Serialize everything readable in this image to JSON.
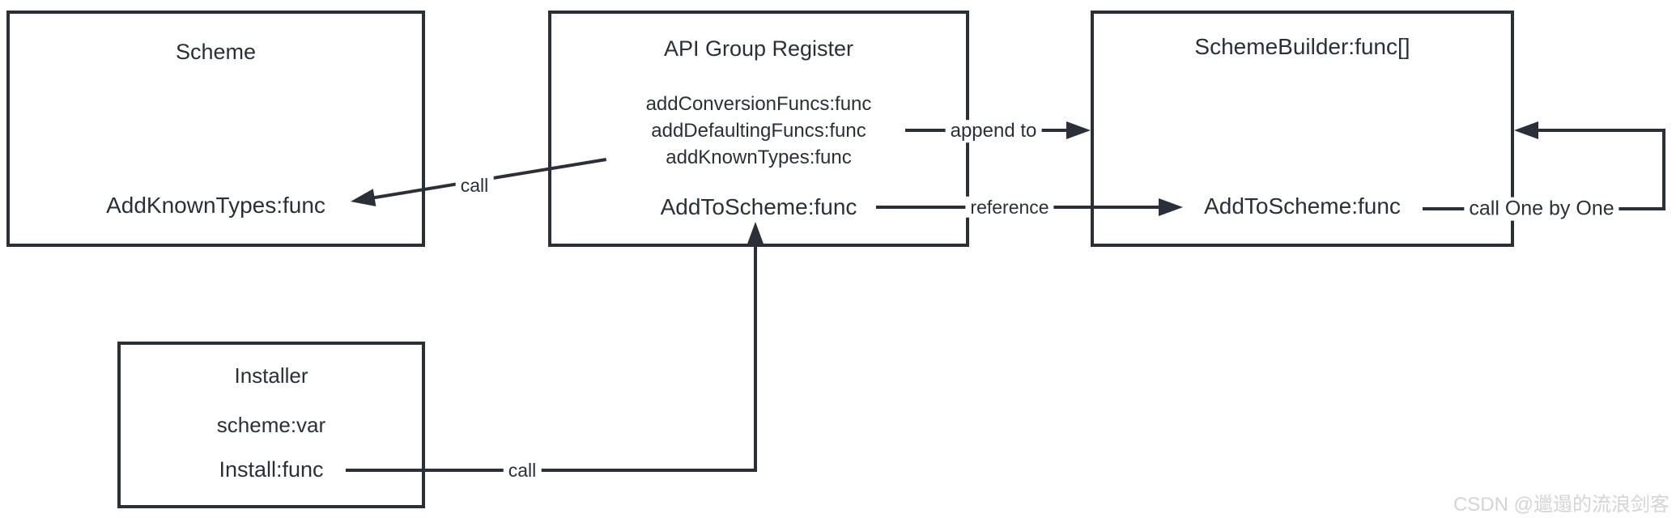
{
  "colors": {
    "ink": "#2b3038",
    "watermark": "#d4d4d6",
    "background": "#ffffff"
  },
  "boxes": {
    "scheme": {
      "title": "Scheme",
      "items": [
        "AddKnownTypes:func"
      ]
    },
    "api_group_register": {
      "title": "API Group Register",
      "helper_funcs": [
        "addConversionFuncs:func",
        "addDefaultingFuncs:func",
        "addKnownTypes:func"
      ],
      "main_func": "AddToScheme:func"
    },
    "scheme_builder": {
      "title": "SchemeBuilder:func[]",
      "items": [
        "AddToScheme:func"
      ]
    },
    "installer": {
      "title": "Installer",
      "items": [
        "scheme:var",
        "Install:func"
      ]
    }
  },
  "edge_labels": {
    "register_to_scheme": "call",
    "register_to_builder_append": "append to",
    "register_to_builder_reference": "reference",
    "builder_self_loop": "call One by One",
    "installer_to_register": "call"
  },
  "watermark": "CSDN @邋遢的流浪剑客"
}
